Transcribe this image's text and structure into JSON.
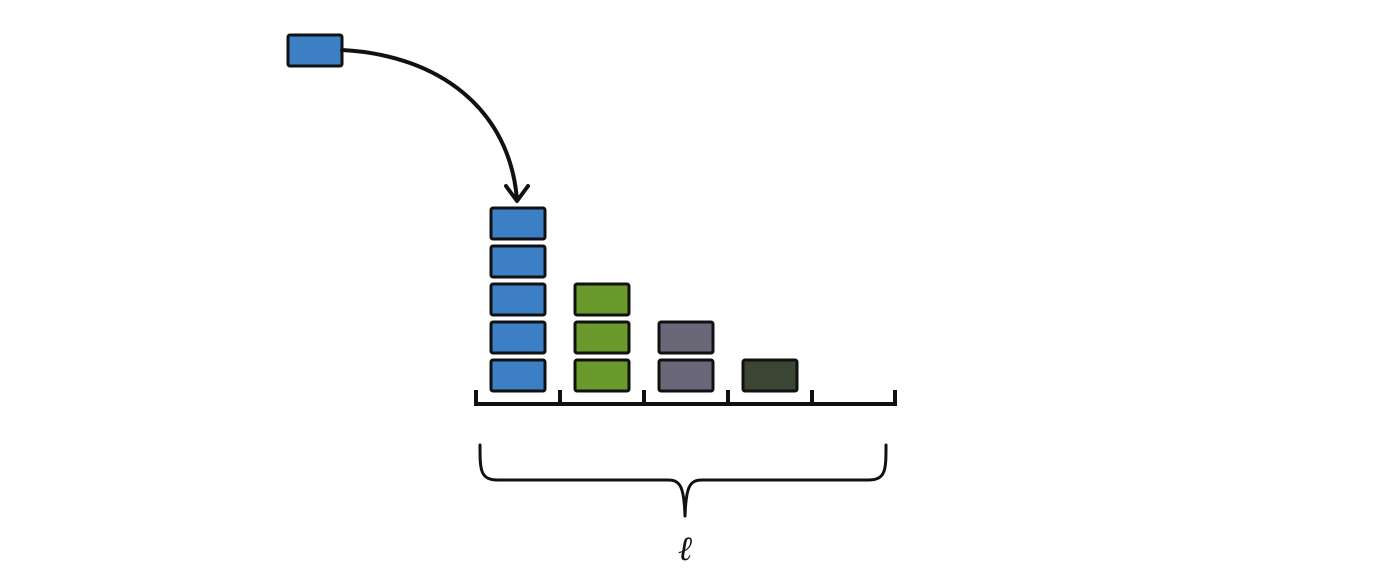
{
  "diagram": {
    "incoming_block": {
      "color": "#3c7fc4"
    },
    "stacks": [
      {
        "count": 5,
        "color": "#3c7fc4"
      },
      {
        "count": 3,
        "color": "#6b9a2c"
      },
      {
        "count": 2,
        "color": "#6a6878"
      },
      {
        "count": 1,
        "color": "#3b4533"
      },
      {
        "count": 0,
        "color": "#ffffff"
      }
    ],
    "brace_label": "ℓ"
  }
}
